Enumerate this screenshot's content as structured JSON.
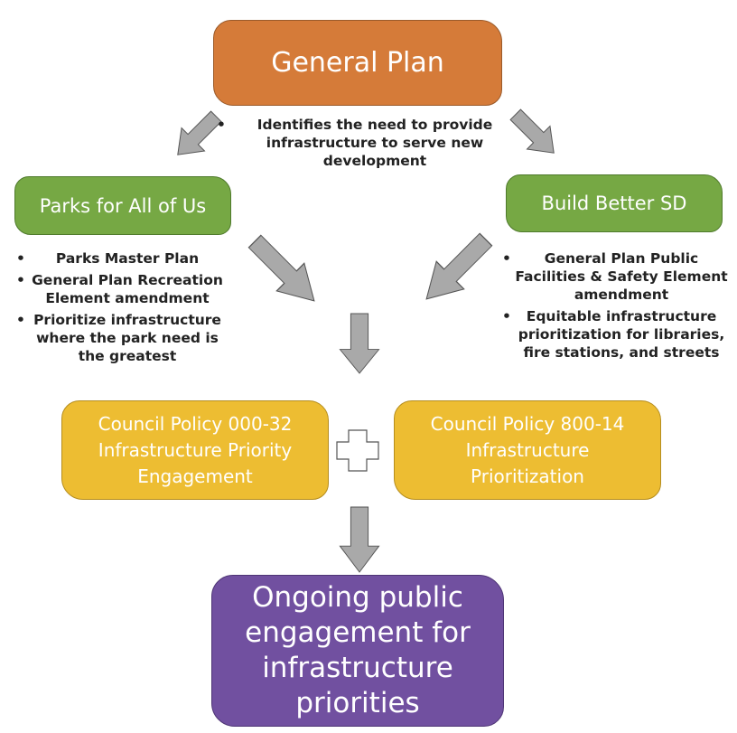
{
  "colors": {
    "general_plan": "#D57B39",
    "green_boxes": "#76A844",
    "policy_boxes": "#EDBD32",
    "outcome_box": "#7150A0",
    "arrow_fill": "#A9A9A9"
  },
  "general_plan": {
    "title": "General Plan",
    "bullets": [
      "Identifies the need to provide infrastructure to serve new development"
    ]
  },
  "parks": {
    "title": "Parks for All of Us",
    "bullets": [
      "Parks Master Plan",
      "General Plan Recreation Element amendment",
      "Prioritize infrastructure where the park need is the greatest"
    ]
  },
  "build_better": {
    "title": "Build Better SD",
    "bullets": [
      "General Plan Public Facilities & Safety Element amendment",
      "Equitable infrastructure prioritization for libraries, fire stations, and streets"
    ]
  },
  "policy_left": {
    "lines": [
      "Council Policy 000-32",
      "Infrastructure Priority",
      "Engagement"
    ]
  },
  "policy_right": {
    "lines": [
      "Council Policy 800-14",
      "Infrastructure",
      "Prioritization"
    ]
  },
  "combine_symbol": "plus-icon",
  "outcome": {
    "lines": [
      "Ongoing public",
      "engagement for",
      "infrastructure",
      "priorities"
    ]
  }
}
